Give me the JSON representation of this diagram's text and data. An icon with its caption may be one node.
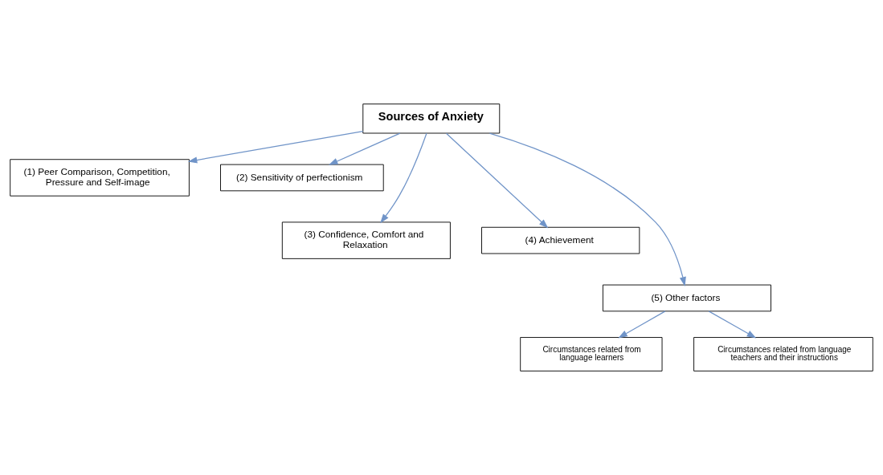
{
  "diagram": {
    "nodes": [
      {
        "text": [
          "Sources of Anxiety"
        ]
      },
      {
        "text": [
          "(1) Peer Comparison, Competition, Pressure and Self-image"
        ]
      },
      {
        "text": [
          "(2) Sensitivity of perfectionism"
        ]
      },
      {
        "text": [
          "(3) Confidence, Comfort and Relaxation"
        ]
      },
      {
        "text": [
          "(4) Achievement"
        ]
      },
      {
        "text": [
          "(5) Other factors"
        ]
      },
      {
        "text": [
          "Circumstances related from language learners"
        ]
      },
      {
        "text": [
          "Circumstances related from language teachers and their instructions"
        ]
      }
    ],
    "edges": [
      {
        "from": 0,
        "to": 1,
        "arrow": "to"
      },
      {
        "from": 0,
        "to": 2,
        "arrow": "to"
      },
      {
        "from": 0,
        "to": 3,
        "arrow": "to"
      },
      {
        "from": 0,
        "to": 4,
        "arrow": "to"
      },
      {
        "from": 0,
        "to": 5,
        "arrow": "to"
      },
      {
        "from": 5,
        "to": 6,
        "arrow": "to"
      },
      {
        "from": 5,
        "to": 7,
        "arrow": "to"
      }
    ]
  }
}
